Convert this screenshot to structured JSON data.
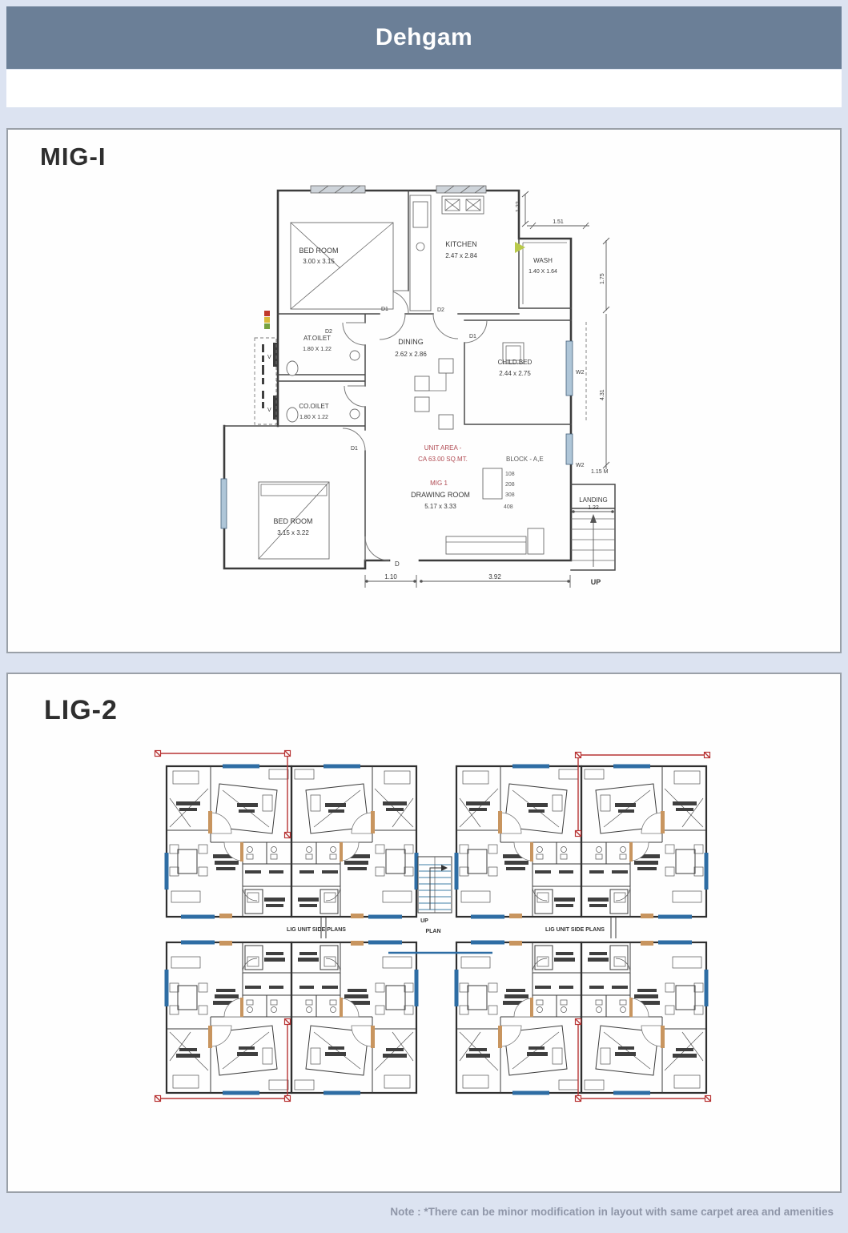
{
  "header": {
    "title": "Dehgam"
  },
  "sections": {
    "mig1": {
      "heading": "MIG-I",
      "up": "UP",
      "landing": "LANDING",
      "unit_area_1": "UNIT AREA -",
      "unit_area_2": "CA 63.00 SQ.MT.",
      "unit_label": "MIG 1",
      "block_label": "BLOCK - A,E",
      "block_units": [
        "108",
        "208",
        "308",
        "408"
      ],
      "rooms": {
        "bedroom1": {
          "name": "BED ROOM",
          "dim": "3.00 x 3.15"
        },
        "kitchen": {
          "name": "KITCHEN",
          "dim": "2.47 x 2.84"
        },
        "wash": {
          "name": "WASH",
          "dim": "1.40 X 1.64"
        },
        "at_toilet": {
          "name": "AT.OILET",
          "dim": "1.80 X 1.22"
        },
        "dining": {
          "name": "DINING",
          "dim": "2.62 x 2.86"
        },
        "child_bed": {
          "name": "CHILD.BED",
          "dim": "2.44 x 2.75"
        },
        "co_toilet": {
          "name": "CO.OILET",
          "dim": "1.80 X 1.22"
        },
        "bedroom2": {
          "name": "BED ROOM",
          "dim": "3.15 x 3.22"
        },
        "drawing": {
          "name": "DRAWING ROOM",
          "dim": "5.17 x 3.33"
        }
      },
      "dims": {
        "a": "1.22",
        "b": "1.51",
        "c": "1.75",
        "d": "4.31",
        "e": "1.15 M",
        "f": "1.22",
        "g": "1.10",
        "h": "3.92"
      },
      "doors": {
        "d1": "D1",
        "d2": "D2",
        "d": "D",
        "w2": "W2",
        "v": "V"
      }
    },
    "lig2": {
      "heading": "LIG-2",
      "caption_left": "LIG UNIT SIDE PLANS",
      "caption_right": "LIG UNIT SIDE PLANS",
      "plan_label": "PLAN",
      "up": "UP"
    }
  },
  "footer": {
    "note": "Note : *There can be minor modification in layout with same carpet area and amenities"
  }
}
